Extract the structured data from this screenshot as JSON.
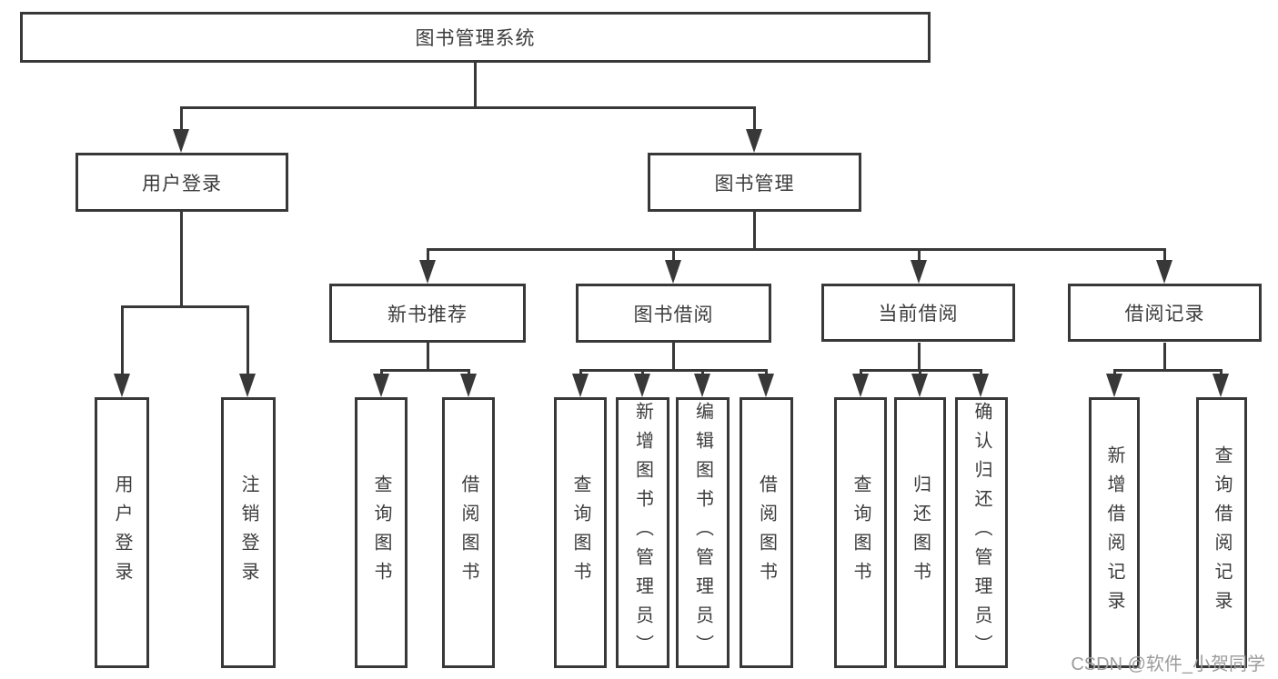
{
  "diagram": {
    "tree": {
      "label": "图书管理系统",
      "children": [
        {
          "label": "用户登录",
          "children": [
            {
              "label": "用户登录"
            },
            {
              "label": "注销登录"
            }
          ]
        },
        {
          "label": "图书管理",
          "children": [
            {
              "label": "新书推荐",
              "children": [
                {
                  "label": "查询图书"
                },
                {
                  "label": "借阅图书"
                }
              ]
            },
            {
              "label": "图书借阅",
              "children": [
                {
                  "label": "查询图书"
                },
                {
                  "label": "新增图书（管理员）"
                },
                {
                  "label": "编辑图书（管理员）"
                },
                {
                  "label": "借阅图书"
                }
              ]
            },
            {
              "label": "当前借阅",
              "children": [
                {
                  "label": "查询图书"
                },
                {
                  "label": "归还图书"
                },
                {
                  "label": "确认归还（管理员）"
                }
              ]
            },
            {
              "label": "借阅记录",
              "children": [
                {
                  "label": "新增借阅记录"
                },
                {
                  "label": "查询借阅记录"
                }
              ]
            }
          ]
        }
      ]
    },
    "colors": {
      "line": "#383838",
      "text": "#3c3c3c",
      "box_background": "#ffffff",
      "watermark": "#9c9c9c"
    }
  },
  "watermark": {
    "text": "CSDN @软件_小贺同学"
  }
}
